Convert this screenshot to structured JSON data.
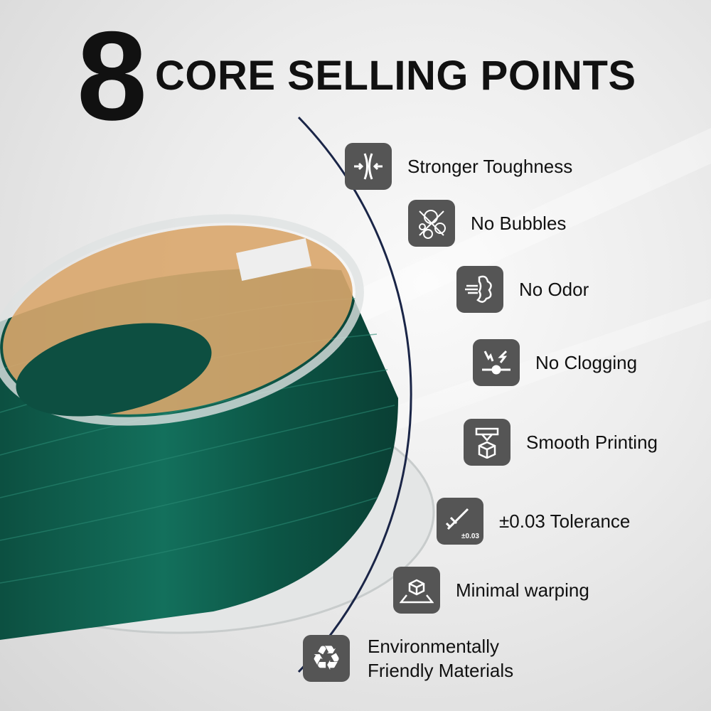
{
  "header": {
    "number": "8",
    "title": "CORE SELLING POINTS"
  },
  "features": [
    {
      "label": "Stronger Toughness",
      "icon": "compression-arrows-icon"
    },
    {
      "label": "No Bubbles",
      "icon": "no-bubbles-icon"
    },
    {
      "label": "No Odor",
      "icon": "odor-cloud-icon"
    },
    {
      "label": "No Clogging",
      "icon": "no-clog-icon"
    },
    {
      "label": "Smooth Printing",
      "icon": "printer-nozzle-icon"
    },
    {
      "label": "±0.03 Tolerance",
      "icon": "caliper-icon",
      "badge": "±0.03"
    },
    {
      "label": "Minimal warping",
      "icon": "cube-platform-icon"
    },
    {
      "label": "Environmentally Friendly Materials",
      "line1": "Environmentally",
      "line2": "Friendly Materials",
      "icon": "recycle-icon"
    }
  ],
  "colors": {
    "icon_bg": "#555555",
    "arc": "#1a2547",
    "filament": "#0f5a4a"
  }
}
